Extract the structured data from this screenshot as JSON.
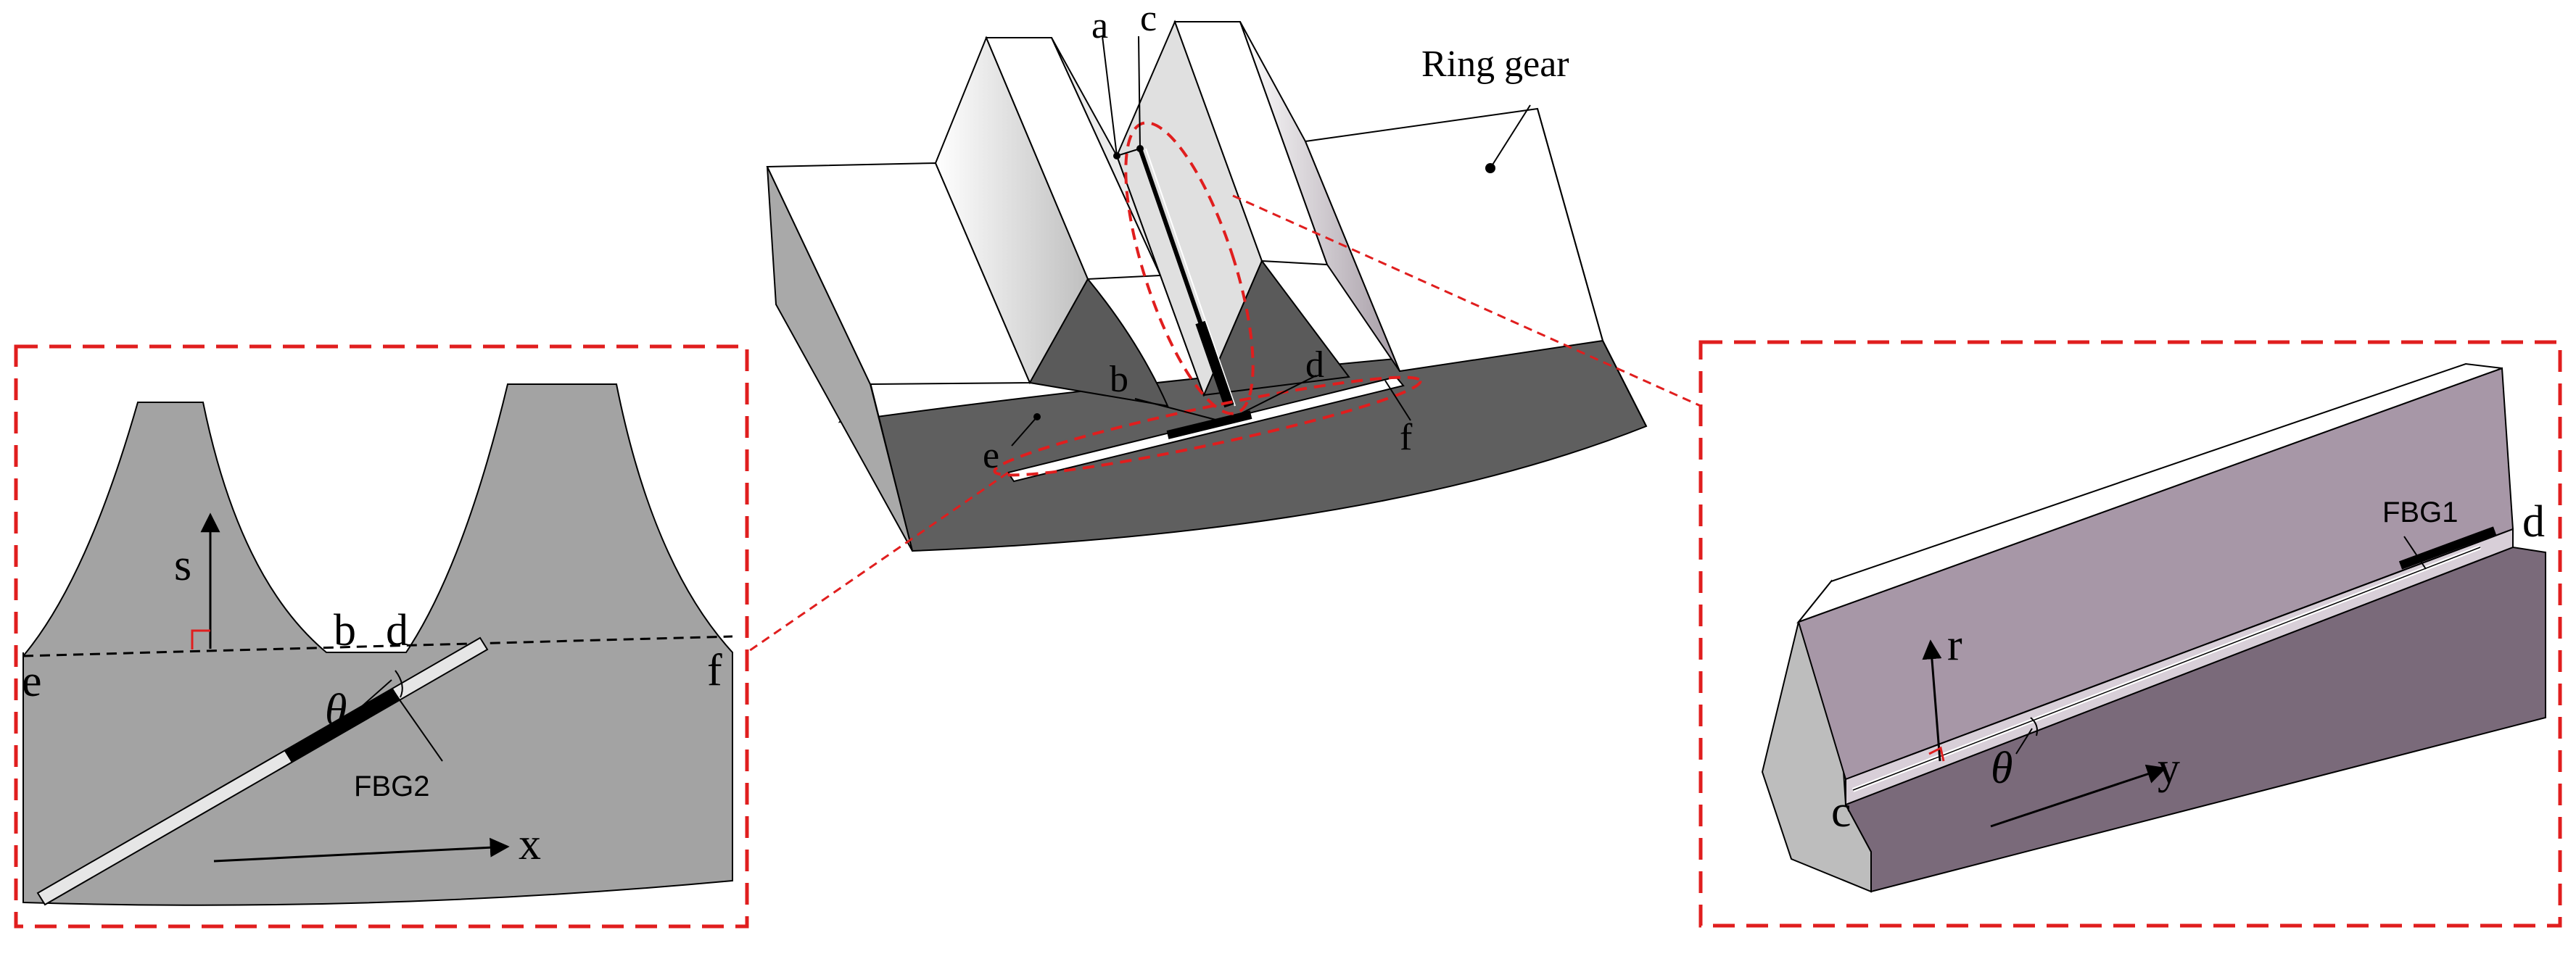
{
  "title": "",
  "ring_gear_label": "Ring gear",
  "center_points": {
    "a": "a",
    "b": "b",
    "c": "c",
    "d": "d",
    "e": "e",
    "f": "f"
  },
  "left_detail": {
    "axis_s": "s",
    "axis_x": "x",
    "point_b": "b",
    "point_d": "d",
    "point_e": "e",
    "point_f": "f",
    "angle": "θ",
    "sensor": "FBG2"
  },
  "right_detail": {
    "axis_r": "r",
    "axis_y": "y",
    "point_c": "c",
    "point_d": "d",
    "angle": "θ",
    "sensor": "FBG1"
  },
  "colors": {
    "dashed_frame": "#e01e1e",
    "tooth_light": "#f2f2f2",
    "tooth_mid": "#cfcfcf",
    "body_dark": "#5e5e5e",
    "left_gray": "#a3a3a3",
    "right_purple_top": "#a797a7",
    "right_purple_front": "#7a6a7a",
    "right_gray_end": "#bdbdbd"
  }
}
